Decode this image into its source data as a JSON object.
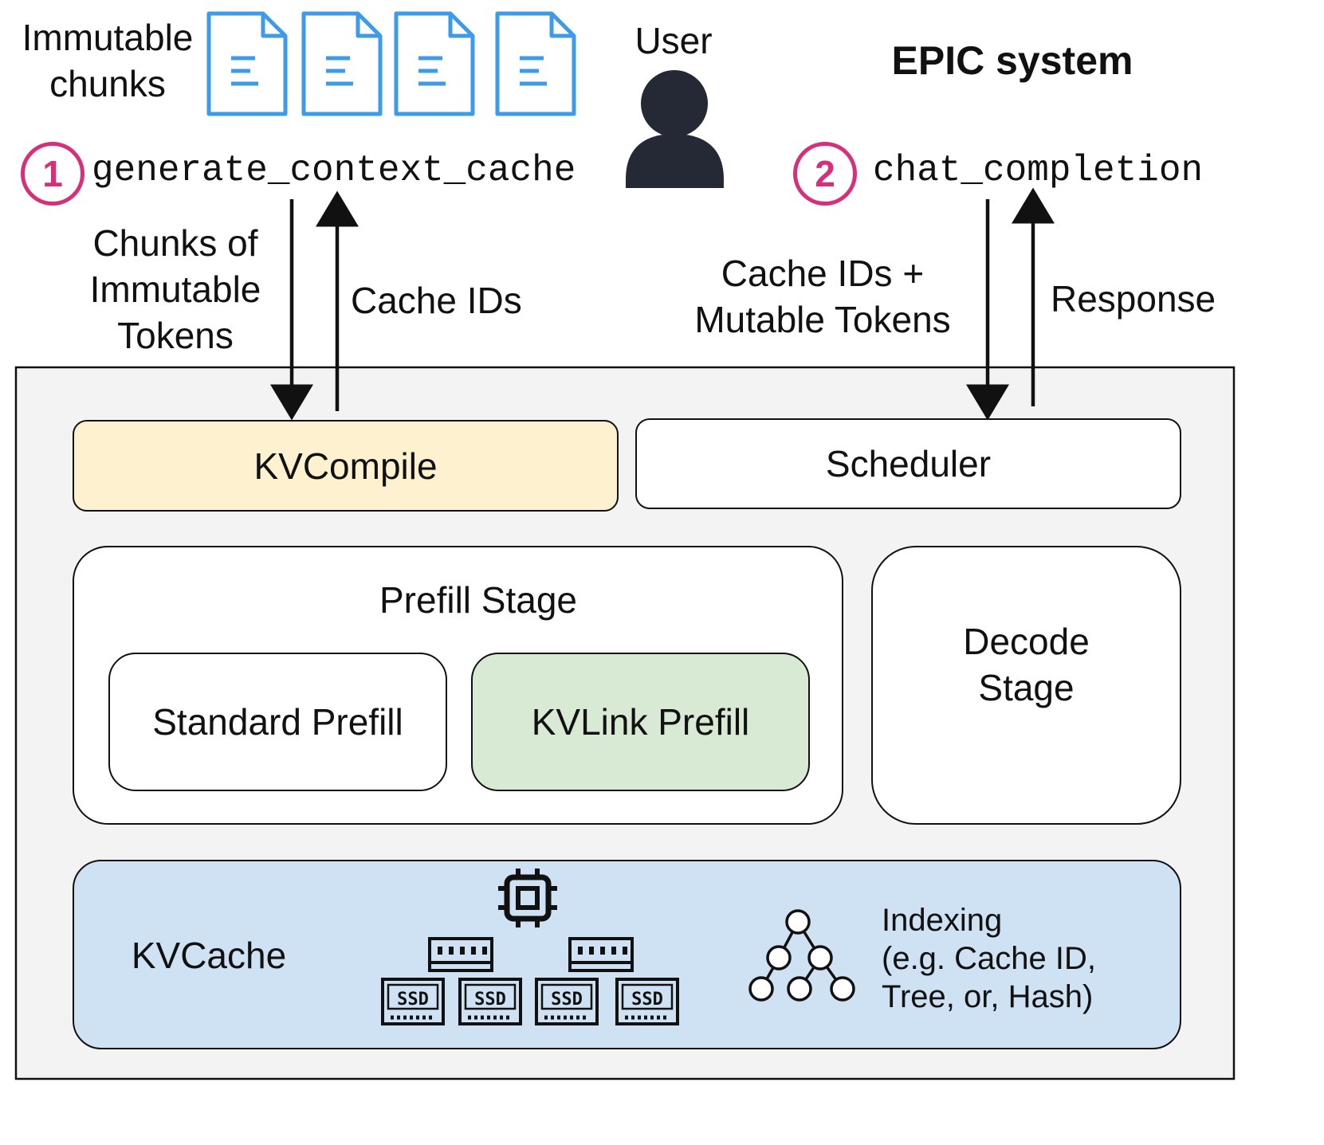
{
  "title": "EPIC system",
  "user_label": "User",
  "immutable_chunks_label": "Immutable\nchunks",
  "step1": {
    "number": "1",
    "api": "generate_context_cache"
  },
  "step2": {
    "number": "2",
    "api": "chat_completion"
  },
  "edges": {
    "chunks_of_immutable_tokens": "Chunks of\nImmutable\nTokens",
    "cache_ids": "Cache IDs",
    "cache_ids_mutable": "Cache IDs +\nMutable Tokens",
    "response": "Response"
  },
  "components": {
    "kvcompile": "KVCompile",
    "scheduler": "Scheduler",
    "prefill_stage": "Prefill Stage",
    "standard_prefill": "Standard Prefill",
    "kvlink_prefill": "KVLink Prefill",
    "decode_stage": "Decode\nStage",
    "kvcache": "KVCache",
    "indexing": "Indexing\n(e.g. Cache ID,\nTree, or, Hash)"
  },
  "colors": {
    "accent": "#d6307a",
    "doc_blue": "#3d9be9",
    "kvcompile_fill": "#fdf1cf",
    "kvlink_fill": "#d8ead3",
    "kvcache_fill": "#cfe2f3",
    "system_fill": "#f3f3f3",
    "user_icon": "#252835"
  },
  "icons": {
    "documents": "document-icon",
    "user": "user-icon",
    "cpu": "cpu-chip-icon",
    "ram": "memory-module-icon",
    "ssd": "ssd-icon",
    "tree": "tree-index-icon"
  }
}
